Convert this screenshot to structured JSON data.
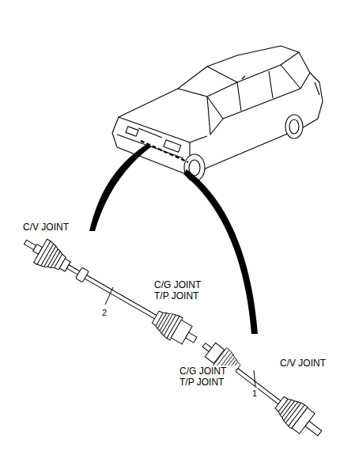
{
  "diagram": {
    "labels": [
      "C/V JOINT",
      "C/G JOINT T/P JOINT",
      "2",
      "C/G JOINT T/P JOINT",
      "C/V JOINT",
      "1"
    ]
  }
}
